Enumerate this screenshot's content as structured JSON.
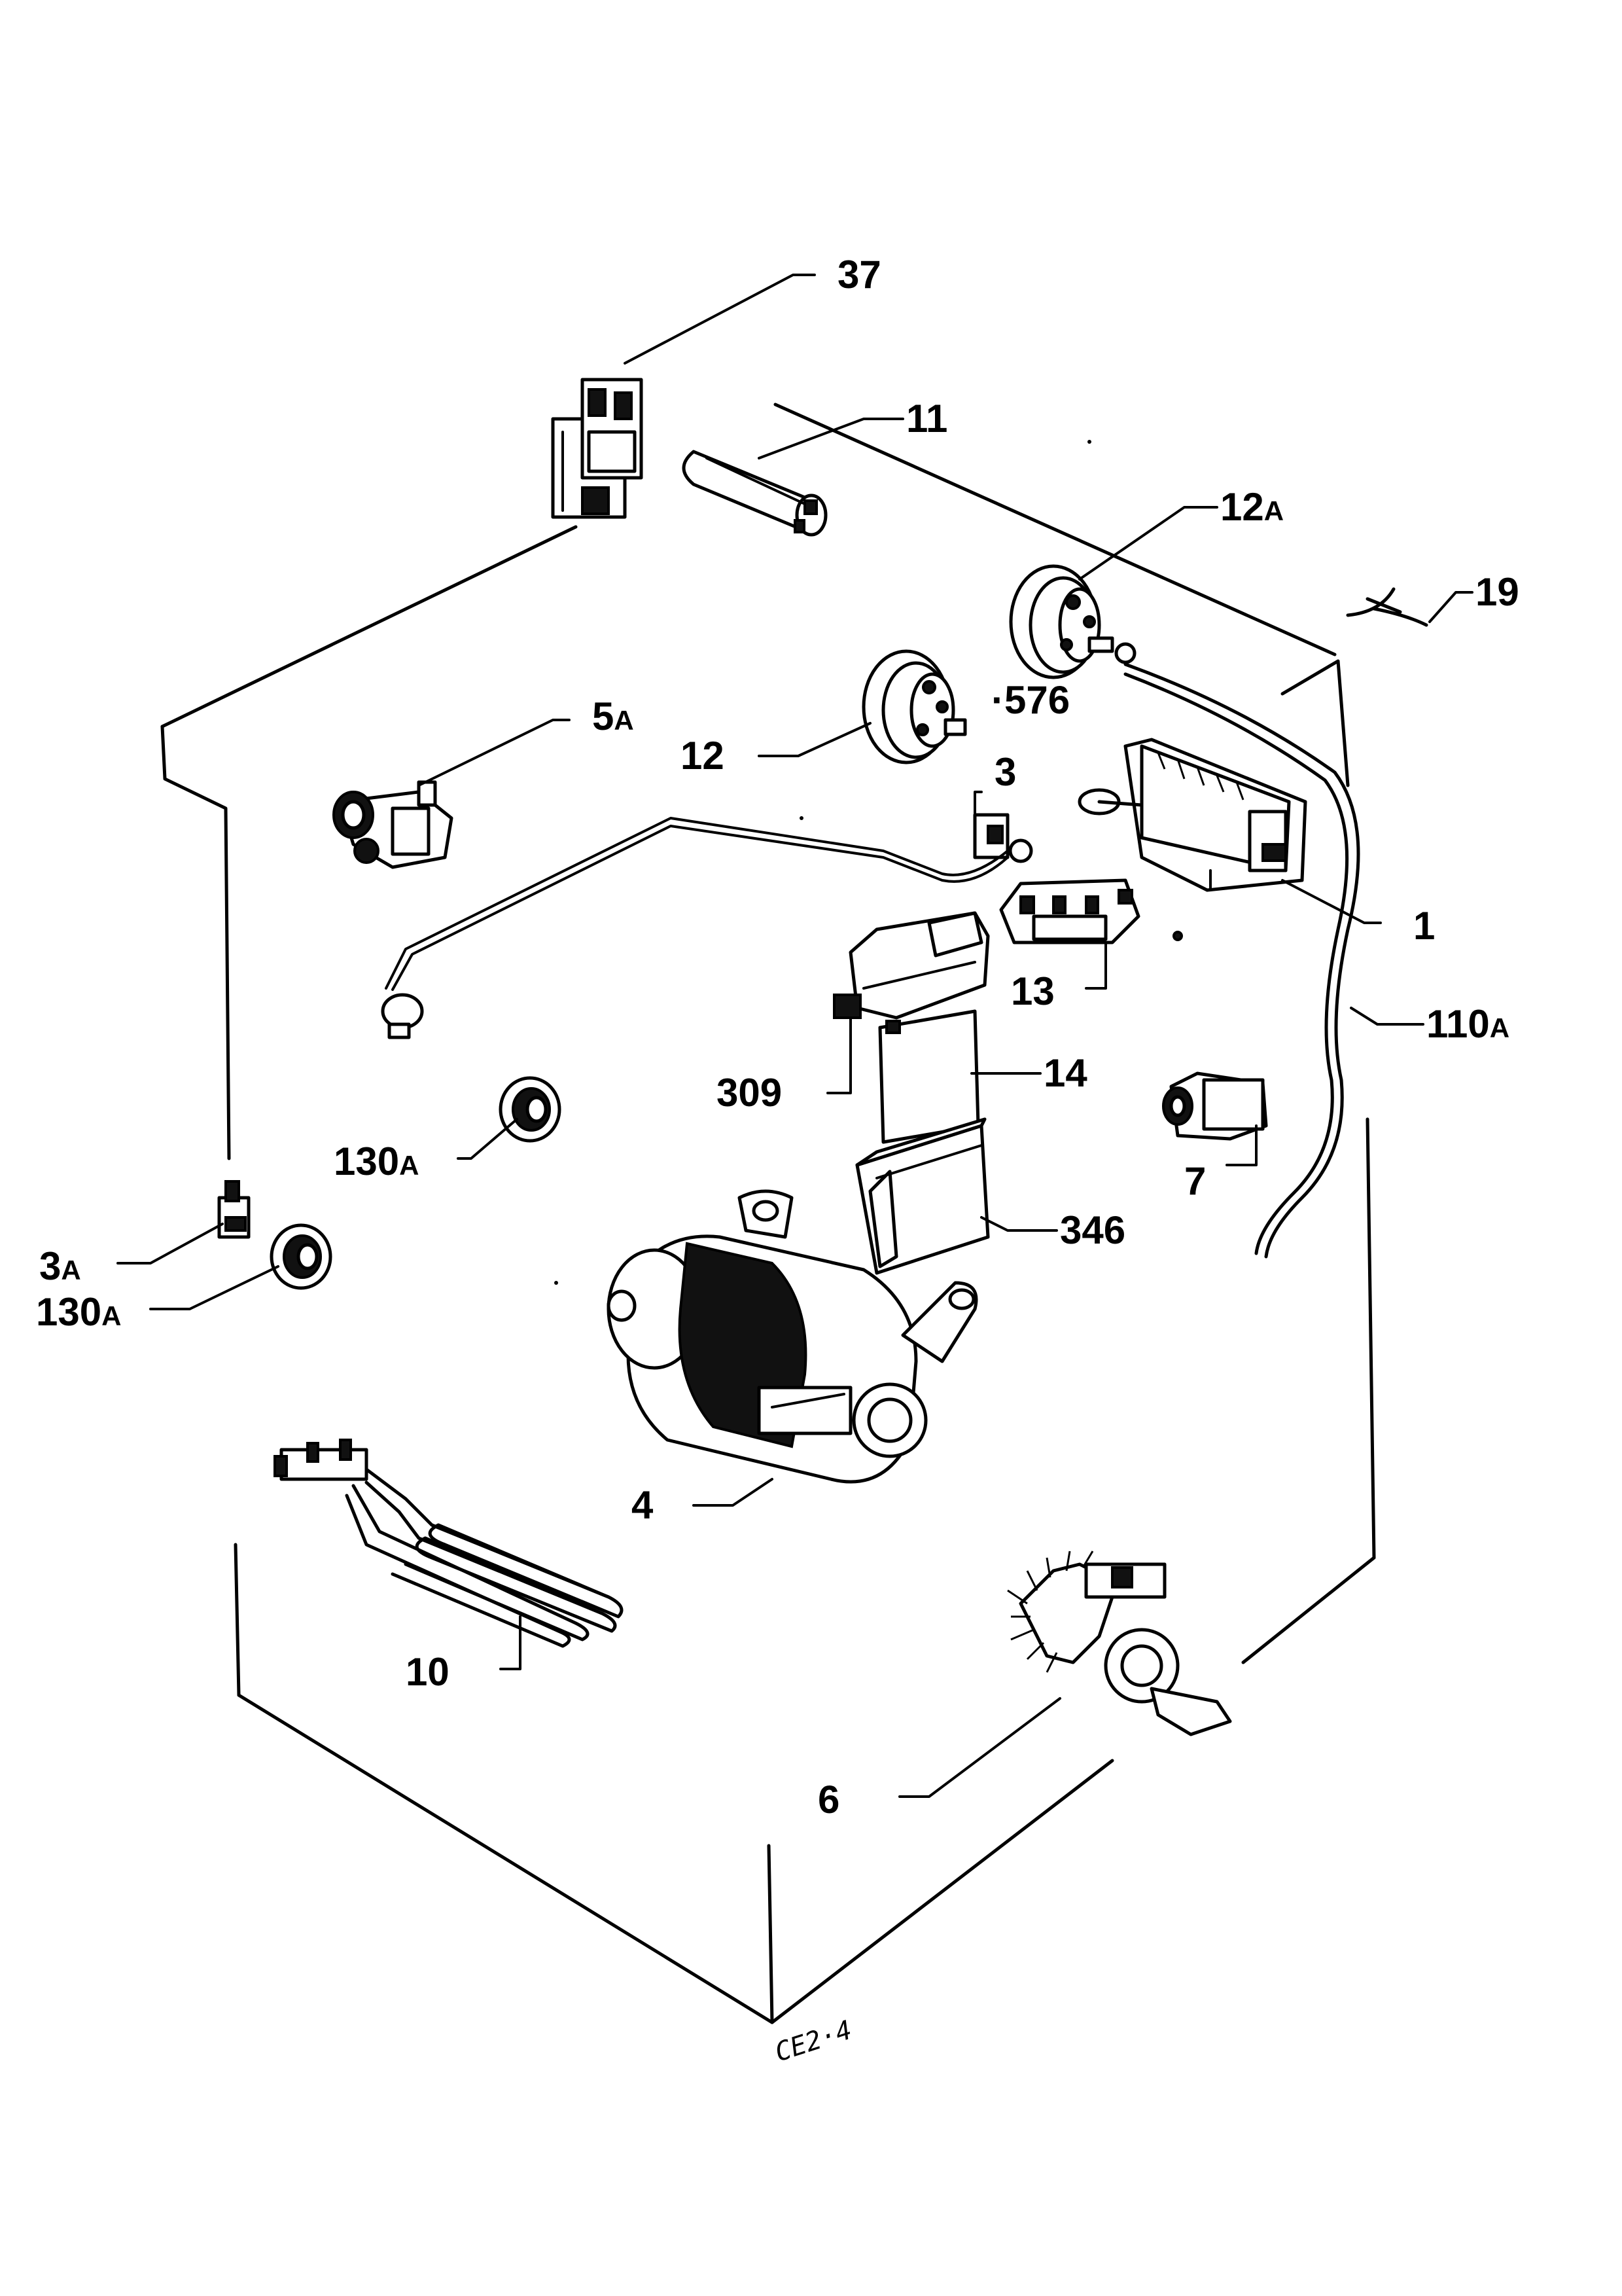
{
  "diagram_code": "CE2·4",
  "callouts": [
    {
      "id": "37",
      "num": "37",
      "sub": ""
    },
    {
      "id": "11",
      "num": "11",
      "sub": ""
    },
    {
      "id": "12a",
      "num": "12",
      "sub": "A"
    },
    {
      "id": "19",
      "num": "19",
      "sub": ""
    },
    {
      "id": "5a",
      "num": "5",
      "sub": "A"
    },
    {
      "id": "576",
      "num": "·576",
      "sub": ""
    },
    {
      "id": "12",
      "num": "12",
      "sub": ""
    },
    {
      "id": "3",
      "num": "3",
      "sub": ""
    },
    {
      "id": "1",
      "num": "1",
      "sub": ""
    },
    {
      "id": "13",
      "num": "13",
      "sub": ""
    },
    {
      "id": "110a",
      "num": "110",
      "sub": "A"
    },
    {
      "id": "14",
      "num": "14",
      "sub": ""
    },
    {
      "id": "309",
      "num": "309",
      "sub": ""
    },
    {
      "id": "130a-1",
      "num": "130",
      "sub": "A"
    },
    {
      "id": "7",
      "num": "7",
      "sub": ""
    },
    {
      "id": "3a",
      "num": "3",
      "sub": "A"
    },
    {
      "id": "346",
      "num": "346",
      "sub": ""
    },
    {
      "id": "130a-2",
      "num": "130",
      "sub": "A"
    },
    {
      "id": "4",
      "num": "4",
      "sub": ""
    },
    {
      "id": "10",
      "num": "10",
      "sub": ""
    },
    {
      "id": "6",
      "num": "6",
      "sub": ""
    }
  ]
}
